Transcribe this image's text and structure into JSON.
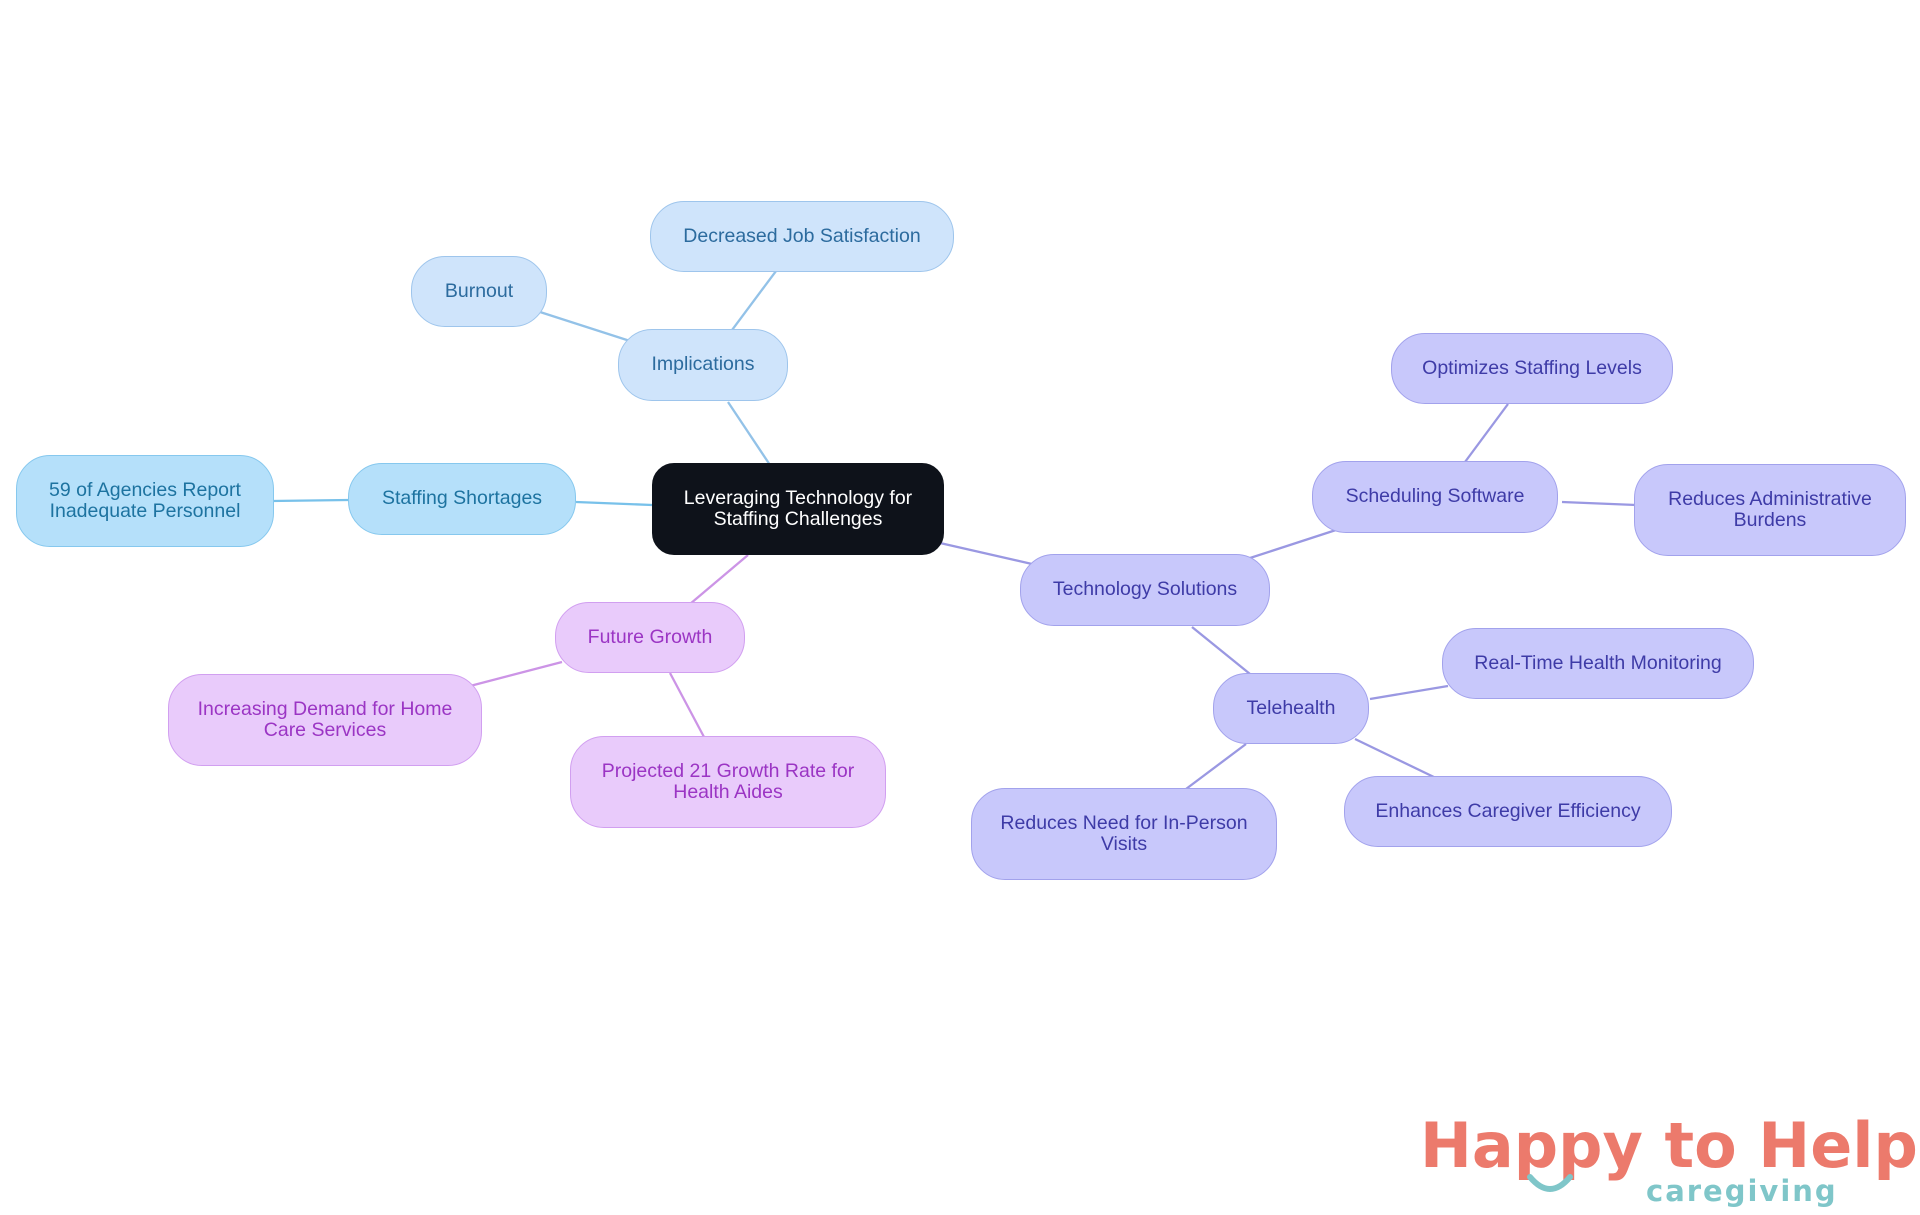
{
  "diagram": {
    "center": "Leveraging Technology for Staffing Challenges",
    "branches": {
      "implications": {
        "label": "Implications",
        "children": [
          "Burnout",
          "Decreased Job Satisfaction"
        ]
      },
      "staffing_shortages": {
        "label": "Staffing Shortages",
        "children": [
          "59 of Agencies Report Inadequate Personnel"
        ]
      },
      "future_growth": {
        "label": "Future Growth",
        "children": [
          "Increasing Demand for Home Care Services",
          "Projected 21 Growth Rate for Health Aides"
        ]
      },
      "technology_solutions": {
        "label": "Technology Solutions",
        "scheduling_software": {
          "label": "Scheduling Software",
          "children": [
            "Optimizes Staffing Levels",
            "Reduces Administrative Burdens"
          ]
        },
        "telehealth": {
          "label": "Telehealth",
          "children": [
            "Real-Time Health Monitoring",
            "Enhances Caregiver Efficiency",
            "Reduces Need for In-Person Visits"
          ]
        }
      }
    },
    "colors": {
      "center": "#0e121a",
      "implications": "#cfe4fb",
      "staffing_shortages": "#b5e0fa",
      "future_growth": "#e9cbfb",
      "technology_solutions": "#c8c8fb"
    }
  },
  "logo": {
    "brand": "Happy to Help",
    "tagline": "caregiving",
    "colors": {
      "primary": "#ec7a6c",
      "secondary": "#7fc6c9"
    }
  }
}
